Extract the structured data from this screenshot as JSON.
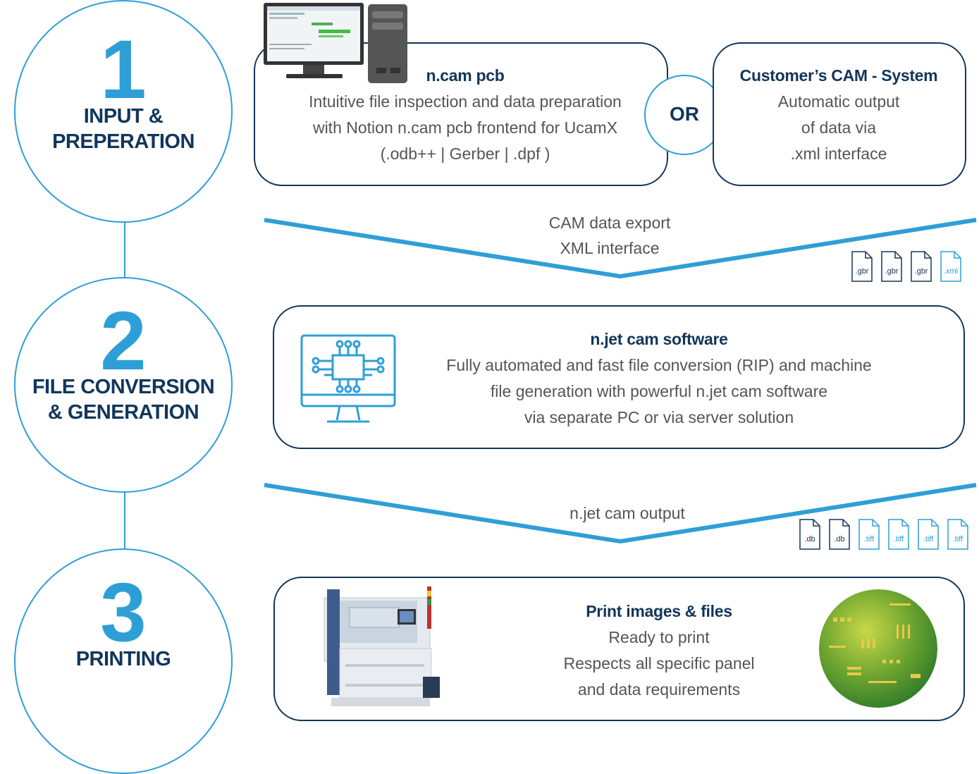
{
  "steps": [
    {
      "number": "1",
      "title": "INPUT &\nPREPERATION"
    },
    {
      "number": "2",
      "title": "FILE CONVERSION\n& GENERATION"
    },
    {
      "number": "3",
      "title": "PRINTING"
    }
  ],
  "ncam": {
    "title": "n.cam pcb",
    "text": "Intuitive file inspection and data preparation\nwith Notion n.cam pcb frontend for UcamX\n(.odb++ | Gerber | .dpf )"
  },
  "or_label": "OR",
  "customer_cam": {
    "title": "Customer’s CAM - System",
    "text": "Automatic output\nof data via\n.xml interface"
  },
  "arrow1": {
    "label": "CAM data export\nXML interface",
    "files": [
      ".gbr",
      ".gbr",
      ".gbr",
      ".xml"
    ]
  },
  "njet": {
    "title": "n.jet cam software",
    "text": "Fully automated and fast file conversion (RIP) and machine\nfile generation with powerful n.jet cam software\nvia separate PC or via server solution"
  },
  "arrow2": {
    "label": "n.jet cam output",
    "files": [
      ".db",
      ".db",
      ".tiff",
      ".tiff",
      ".tiff",
      ".tiff"
    ]
  },
  "print": {
    "title": "Print images & files",
    "text": "Ready to print\nRespects all specific panel\nand data requirements"
  },
  "colors": {
    "accent": "#2e9fd6",
    "navy": "#12365a",
    "text": "#555555"
  },
  "icons": [
    "computer-tower-icon",
    "chip-monitor-icon",
    "printer-machine-image",
    "pcb-board-image",
    "file-icon"
  ]
}
